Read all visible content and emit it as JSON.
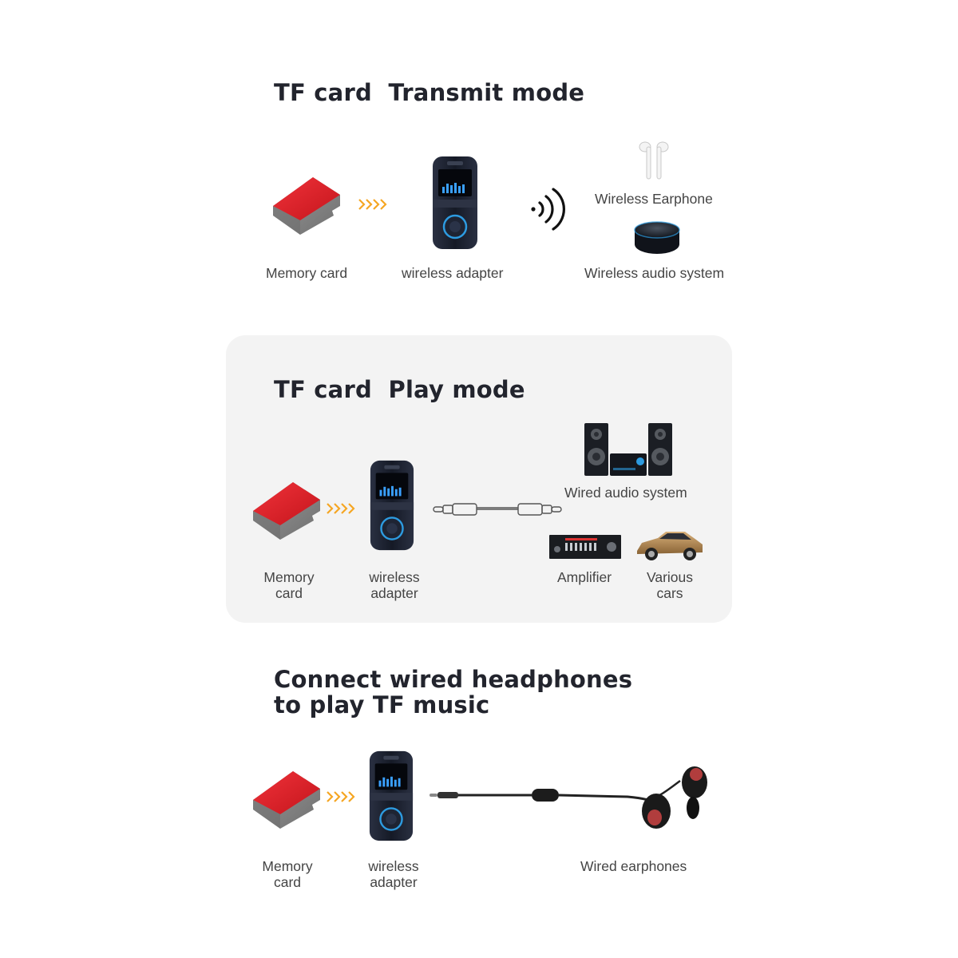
{
  "section1": {
    "title": "TF card  Transmit mode",
    "memory_label": "Memory card",
    "adapter_label": "wireless adapter",
    "earphone_label": "Wireless Earphone",
    "speaker_label": "Wireless audio system"
  },
  "section2": {
    "title": "TF card  Play mode",
    "memory_label": "Memory card",
    "adapter_label": "wireless adapter",
    "wired_audio_label": "Wired audio system",
    "amplifier_label": "Amplifier",
    "cars_label": "Various cars"
  },
  "section3": {
    "title_line1": "Connect wired headphones",
    "title_line2": "to play TF music",
    "memory_label": "Memory card",
    "adapter_label": "wireless adapter",
    "earphones_label": "Wired earphones"
  },
  "colors": {
    "card_red": "#e01f26",
    "card_gray": "#8a8a8a",
    "arrow_orange": "#f5a623",
    "device_dark": "#1c2130",
    "button_blue": "#2d9be0",
    "panel_bg": "#f3f3f3"
  },
  "icons": [
    "memory-card-icon",
    "chevron-arrows-icon",
    "wireless-adapter-icon",
    "wireless-signal-icon",
    "airpods-icon",
    "smart-speaker-icon",
    "hifi-speakers-icon",
    "aux-cable-icon",
    "amplifier-icon",
    "car-icon",
    "in-ear-earphones-icon"
  ]
}
